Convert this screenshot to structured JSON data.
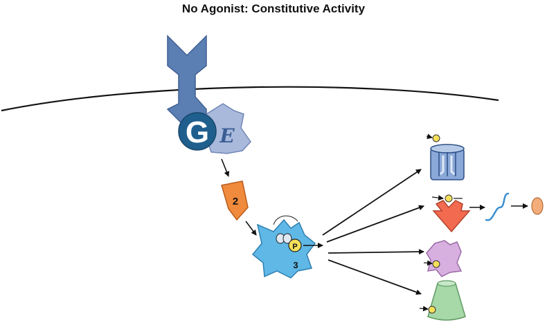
{
  "title": "No Agonist: Constitutive Activity",
  "labels": {
    "g_protein": "G",
    "effector": "E",
    "kinase_step": "2",
    "kinase_target": "3",
    "phosphate": "P"
  },
  "colors": {
    "receptor": "#5b7fb3",
    "g_protein": "#1f5f8e",
    "effector": "#a8b9db",
    "kinase_2": "#f08a3c",
    "protein_3": "#5fb8e6",
    "channel": "#8aa8d8",
    "red_effector": "#f26a4f",
    "mrna": "#3a8fd0",
    "product": "#f4ad7a",
    "purple_target": "#d8b0e0",
    "green_target": "#a6d8a8",
    "phospho": "#f6e05a",
    "membrane": "#111111"
  },
  "icons": [
    "receptor-icon",
    "g-protein-icon",
    "effector-icon",
    "kinase-icon",
    "target-protein-icon",
    "ion-channel-icon",
    "enzyme-icon",
    "mrna-icon",
    "protein-product-icon",
    "purple-protein-icon",
    "cone-protein-icon"
  ]
}
